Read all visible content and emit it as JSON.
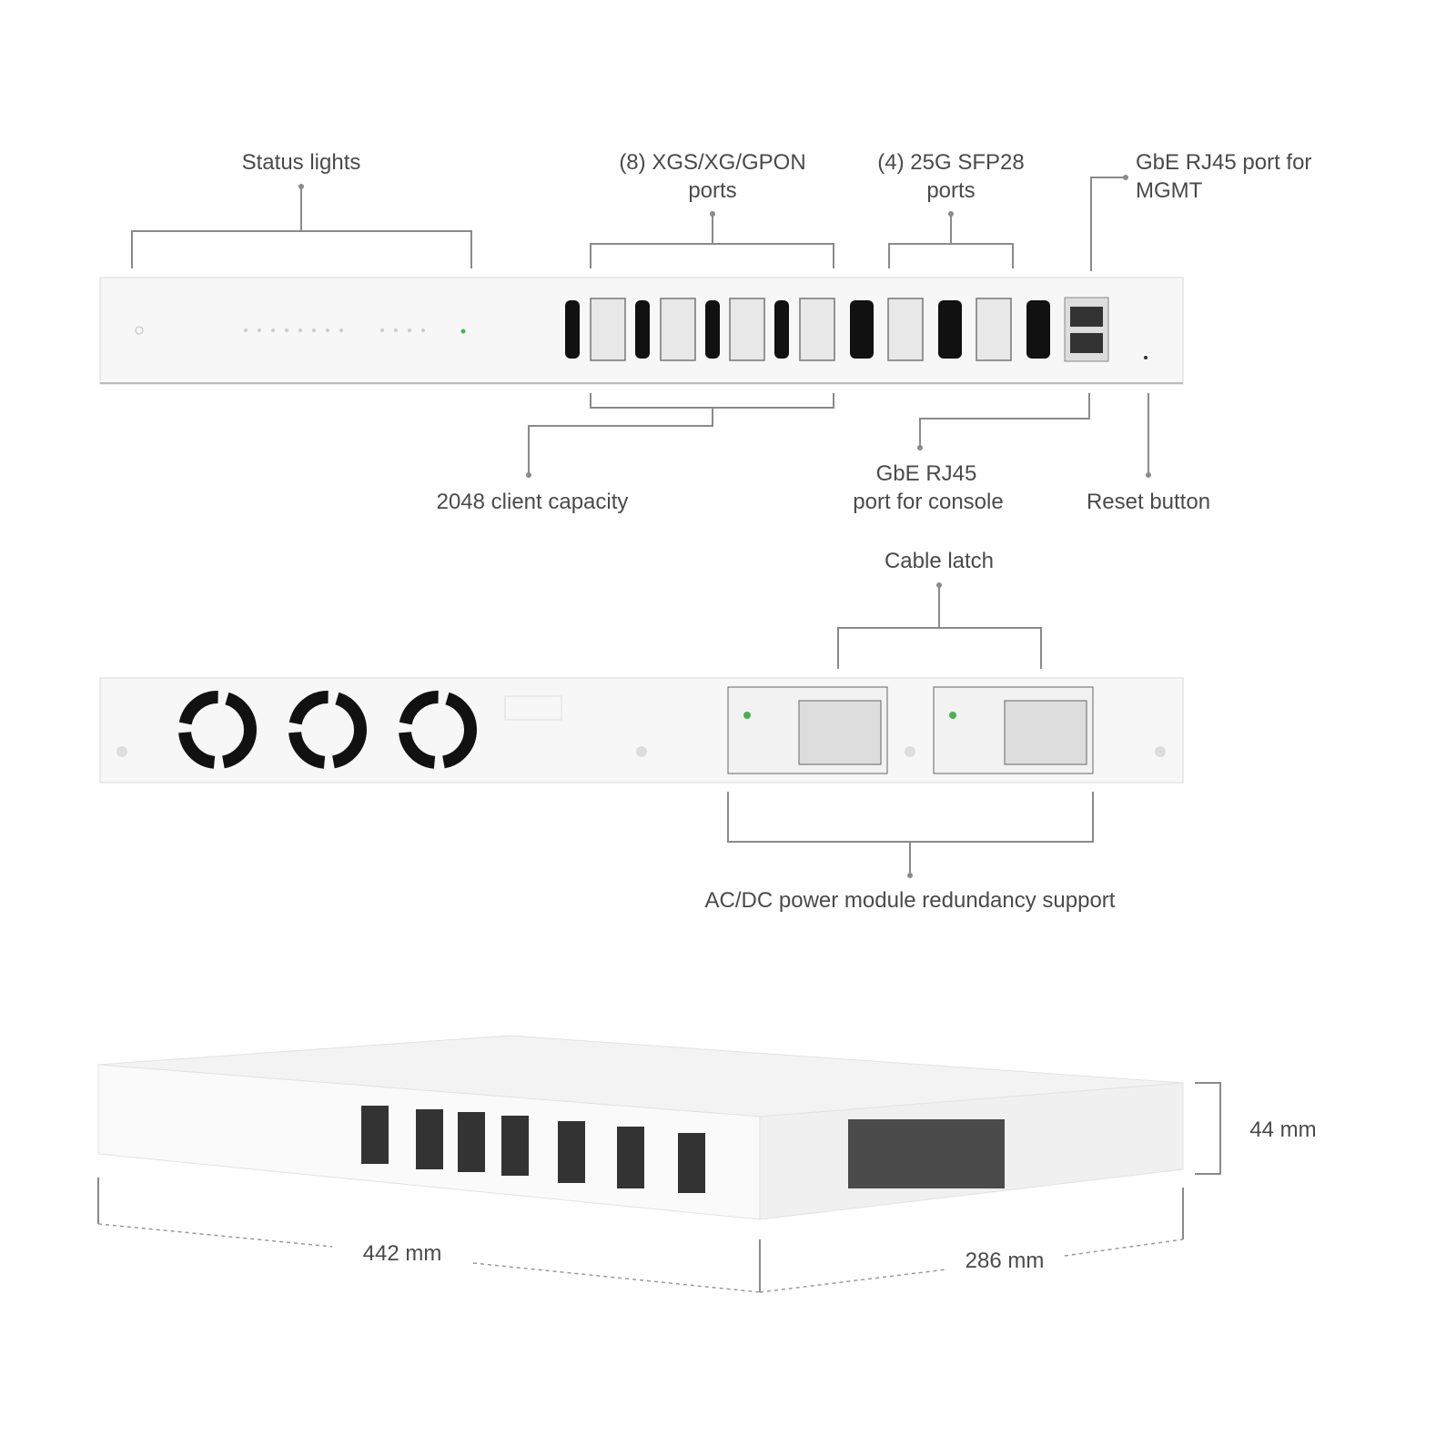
{
  "callouts": {
    "status_lights": "Status lights",
    "xgs_ports_line1": "(8) XGS/XG/GPON",
    "xgs_ports_line2": "ports",
    "sfp28_line1": "(4) 25G SFP28",
    "sfp28_line2": "ports",
    "mgmt_line1": "GbE RJ45 port for",
    "mgmt_line2": "MGMT",
    "client_capacity": "2048 client capacity",
    "console_line1": "GbE RJ45",
    "console_line2": "port for console",
    "reset_button": "Reset button",
    "cable_latch": "Cable latch",
    "power_redundancy": "AC/DC power module redundancy support"
  },
  "dimensions": {
    "height": "44 mm",
    "width": "442 mm",
    "depth": "286 mm"
  },
  "colors": {
    "status_led": "#4caf50",
    "text": "#4a4a4a"
  }
}
